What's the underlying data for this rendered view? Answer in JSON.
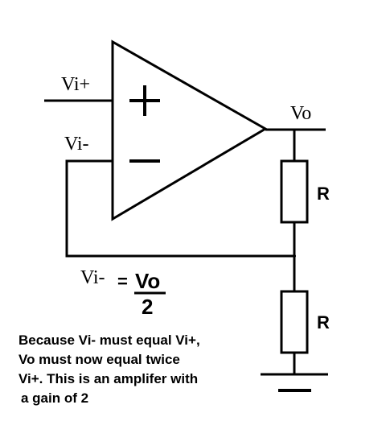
{
  "labels": {
    "vi_plus": "Vi+",
    "vi_minus": "Vi-",
    "vo": "Vo",
    "plus_sign": "+",
    "minus_sign": "−",
    "resistor_top": "R",
    "resistor_bottom": "R",
    "equation_lhs": "Vi-",
    "equation_equals": "=",
    "equation_numerator": "Vo",
    "equation_denominator": "2"
  },
  "explanation": {
    "line1": "Because Vi- must equal Vi+,",
    "line2": "Vo must now equal twice",
    "line3": "Vi+. This is an amplifer with",
    "line4": "a gain of 2"
  },
  "colors": {
    "stroke": "#000000",
    "background": "#ffffff"
  }
}
